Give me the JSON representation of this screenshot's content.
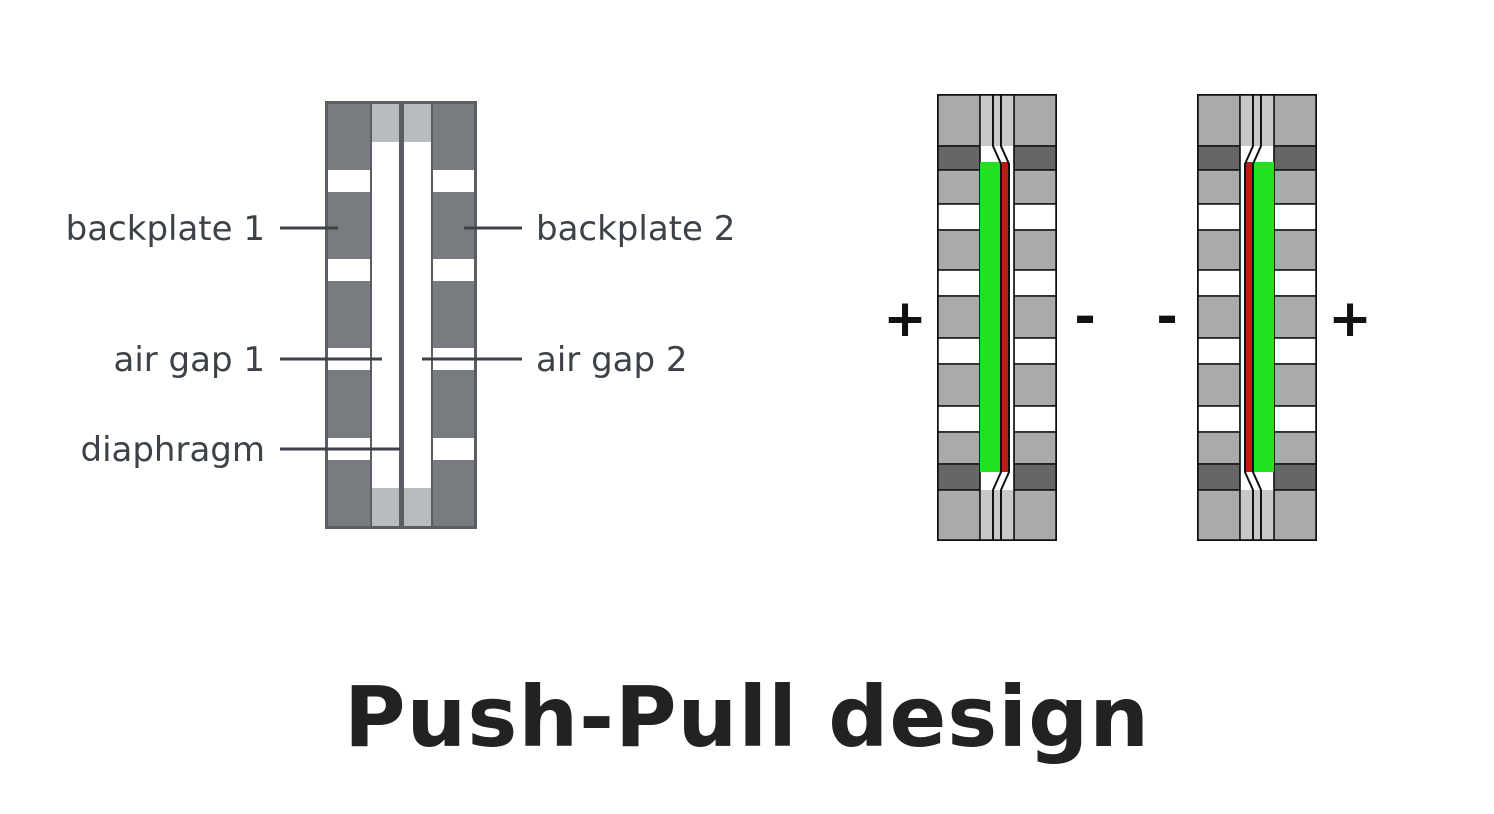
{
  "title": "Push-Pull design",
  "labels": {
    "backplate1": "backplate 1",
    "backplate2": "backplate 2",
    "airgap1": "air gap 1",
    "airgap2": "air gap 2",
    "diaphragm": "diaphragm"
  },
  "signs": {
    "left_a": "+",
    "right_a": "-",
    "left_b": "-",
    "right_b": "+"
  },
  "colors": {
    "backplate_dark": "#787c80",
    "frame": "#5a5e62",
    "gap_light": "#b8bbc0",
    "cell_gray": "#aaaaaa",
    "cell_dark": "#666666",
    "green": "#22e022",
    "red": "#c01818"
  }
}
